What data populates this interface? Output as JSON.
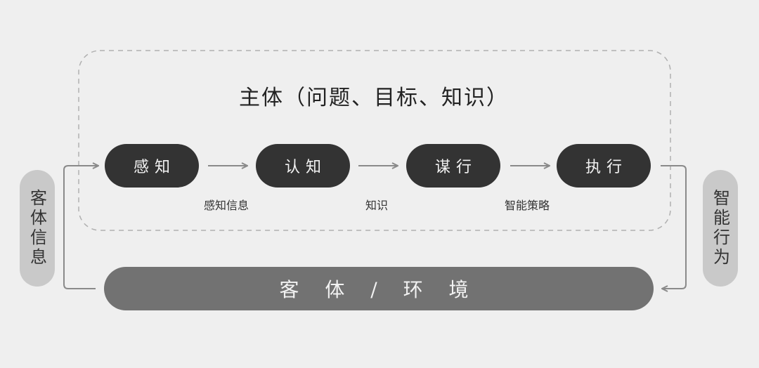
{
  "title": "主体（问题、目标、知识）",
  "nodes": [
    {
      "id": "perception",
      "label": "感知"
    },
    {
      "id": "cognition",
      "label": "认知"
    },
    {
      "id": "planning",
      "label": "谋行"
    },
    {
      "id": "execution",
      "label": "执行"
    }
  ],
  "edges": [
    {
      "from": "perception",
      "to": "cognition",
      "label": "感知信息"
    },
    {
      "from": "cognition",
      "to": "planning",
      "label": "知识"
    },
    {
      "from": "planning",
      "to": "execution",
      "label": "智能策略"
    }
  ],
  "left_side_label": "客体信息",
  "right_side_label": "智能行为",
  "environment_label": "客 体 / 环 境",
  "colors": {
    "background": "#efefef",
    "node_fill": "#333333",
    "node_text": "#f2f2f2",
    "side_pill_fill": "#c9c9c9",
    "environment_fill": "#727272",
    "arrow": "#8a8a8a",
    "dashed_border": "#b0b0b0"
  }
}
